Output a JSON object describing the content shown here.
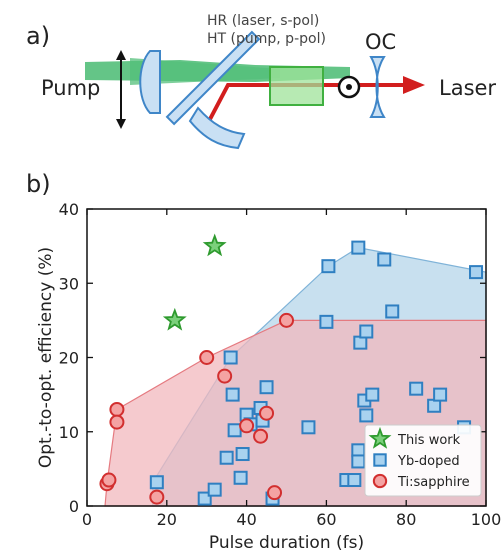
{
  "panel_a": {
    "label": "a)",
    "pump_text": "Pump",
    "mirror_text_1": "HR (laser, s-pol)",
    "mirror_text_2": "HT (pump, p-pol)",
    "oc_text": "OC",
    "laser_text": "Laser"
  },
  "panel_b": {
    "label": "b)"
  },
  "chart_data": {
    "type": "scatter",
    "xlabel": "Pulse duration (fs)",
    "ylabel": "Opt.-to-opt. efficiency (%)",
    "xlim": [
      0,
      100
    ],
    "ylim": [
      0,
      40
    ],
    "xticks": [
      0,
      20,
      40,
      60,
      80,
      100
    ],
    "yticks": [
      0,
      10,
      20,
      30,
      40
    ],
    "legend_position": "lower-right",
    "series": [
      {
        "name": "This work",
        "marker": "star",
        "color": "#7bd07b",
        "edge": "#2e9a2e",
        "points": [
          [
            22,
            25
          ],
          [
            32,
            35
          ]
        ]
      },
      {
        "name": "Yb-doped",
        "marker": "square",
        "color": "#a9d2ef",
        "edge": "#2f7fc1",
        "points": [
          [
            17.5,
            3.2
          ],
          [
            29.5,
            1.0
          ],
          [
            32,
            2.2
          ],
          [
            35,
            6.5
          ],
          [
            36,
            20
          ],
          [
            36.5,
            15
          ],
          [
            37,
            10.2
          ],
          [
            38.5,
            3.8
          ],
          [
            39,
            7.0
          ],
          [
            40,
            12.3
          ],
          [
            41,
            11.0
          ],
          [
            43.5,
            13.2
          ],
          [
            44,
            11.5
          ],
          [
            45,
            16
          ],
          [
            46.5,
            1.0
          ],
          [
            55.5,
            10.6
          ],
          [
            60,
            24.8
          ],
          [
            60.5,
            32.3
          ],
          [
            65,
            3.5
          ],
          [
            67,
            3.5
          ],
          [
            68,
            7.5
          ],
          [
            68,
            6.0
          ],
          [
            68,
            34.8
          ],
          [
            68.5,
            22
          ],
          [
            69.5,
            14.2
          ],
          [
            70,
            12.2
          ],
          [
            70,
            23.5
          ],
          [
            71.5,
            15
          ],
          [
            74.5,
            33.2
          ],
          [
            76.5,
            26.2
          ],
          [
            82.5,
            15.8
          ],
          [
            87,
            13.5
          ],
          [
            88.5,
            15
          ],
          [
            94.5,
            10.6
          ],
          [
            97.5,
            31.5
          ]
        ]
      },
      {
        "name": "Ti:sapphire",
        "marker": "circle",
        "color": "#f4a3a3",
        "edge": "#d22f2f",
        "points": [
          [
            5,
            3.0
          ],
          [
            5.5,
            3.5
          ],
          [
            7.5,
            13
          ],
          [
            7.5,
            11.3
          ],
          [
            17.5,
            1.2
          ],
          [
            30,
            20
          ],
          [
            34.5,
            17.5
          ],
          [
            40,
            10.8
          ],
          [
            43.5,
            9.4
          ],
          [
            45,
            12.5
          ],
          [
            47,
            1.8
          ],
          [
            50,
            25
          ]
        ]
      }
    ],
    "regions": [
      {
        "name": "Yb-doped",
        "fill": "#b5d5ea",
        "stroke": "#7fb3d8",
        "polygon": [
          [
            16.5,
            0
          ],
          [
            16.5,
            3.2
          ],
          [
            36,
            20
          ],
          [
            60.5,
            32.3
          ],
          [
            68,
            34.8
          ],
          [
            100,
            31.5
          ],
          [
            100,
            0
          ]
        ]
      },
      {
        "name": "Ti:sapphire",
        "fill": "#f2b8bd",
        "stroke": "#e57a80",
        "polygon": [
          [
            4.5,
            0
          ],
          [
            5,
            3.0
          ],
          [
            7.5,
            13
          ],
          [
            30,
            20
          ],
          [
            50,
            25
          ],
          [
            100,
            25
          ],
          [
            100,
            0
          ]
        ]
      }
    ]
  }
}
